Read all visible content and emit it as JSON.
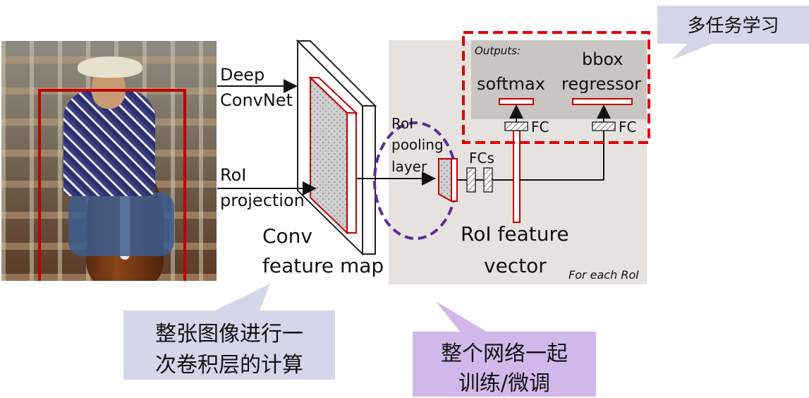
{
  "input_labels": {
    "deep": "Deep",
    "convnet": "ConvNet",
    "roi": "RoI",
    "projection": "projection"
  },
  "conv_labels": {
    "line1": "Conv",
    "line2": "feature map"
  },
  "pooling_labels": {
    "line1": "RoI",
    "line2": "pooling",
    "line3": "layer"
  },
  "fcs_label": "FCs",
  "roi_vector_labels": {
    "line1": "RoI feature",
    "line2": "vector"
  },
  "for_each_roi": "For each RoI",
  "outputs_header": "Outputs:",
  "softmax_label": "softmax",
  "bbox_labels": {
    "line1": "bbox",
    "line2": "regressor"
  },
  "fc_label_left": "FC",
  "fc_label_right": "FC",
  "callouts": {
    "multitask": "多任务学习",
    "conv_once": {
      "line1": "整张图像进行一",
      "line2": "次卷积层的计算"
    },
    "finetune": {
      "line1": "整个网络一起",
      "line2": "训练/微调"
    }
  },
  "colors": {
    "red": "#c00000",
    "red_dash": "#e00000",
    "purple_dash": "#5b2a9e",
    "gray_panel": "#e6e2e0",
    "output_panel": "#c9c5c3",
    "callout_blue": "#d4d6ea",
    "callout_purple": "#d2b8ea"
  }
}
